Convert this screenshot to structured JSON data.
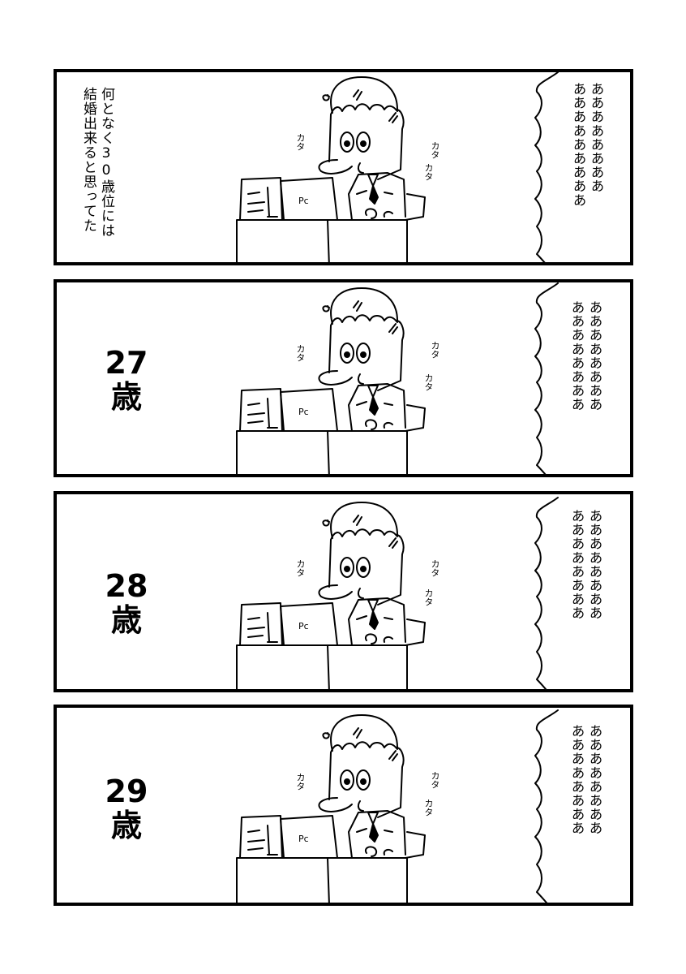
{
  "panels": [
    {
      "narration": [
        "何となく30歳位には",
        "結婚出来ると思ってた"
      ],
      "age": null,
      "scream": [
        "ああああああああ",
        "あああああああああ"
      ],
      "sfx_left": "カタ",
      "sfx_right_top": "カタ",
      "sfx_right_bottom": "カタ",
      "laptop_label": "Pc"
    },
    {
      "narration": null,
      "age": [
        "27",
        "歳"
      ],
      "scream": [
        "ああああああああ",
        "ああああああああ"
      ],
      "sfx_left": "カタ",
      "sfx_right_top": "カタ",
      "sfx_right_bottom": "カタ",
      "laptop_label": "Pc"
    },
    {
      "narration": null,
      "age": [
        "28",
        "歳"
      ],
      "scream": [
        "ああああああああ",
        "ああああああああ"
      ],
      "sfx_left": "カタ",
      "sfx_right_top": "カタ",
      "sfx_right_bottom": "カタ",
      "laptop_label": "Pc"
    },
    {
      "narration": null,
      "age": [
        "29",
        "歳"
      ],
      "scream": [
        "ああああああああ",
        "ああああああああ"
      ],
      "sfx_left": "カタ",
      "sfx_right_top": "カタ",
      "sfx_right_bottom": "カタ",
      "laptop_label": "Pc"
    }
  ]
}
